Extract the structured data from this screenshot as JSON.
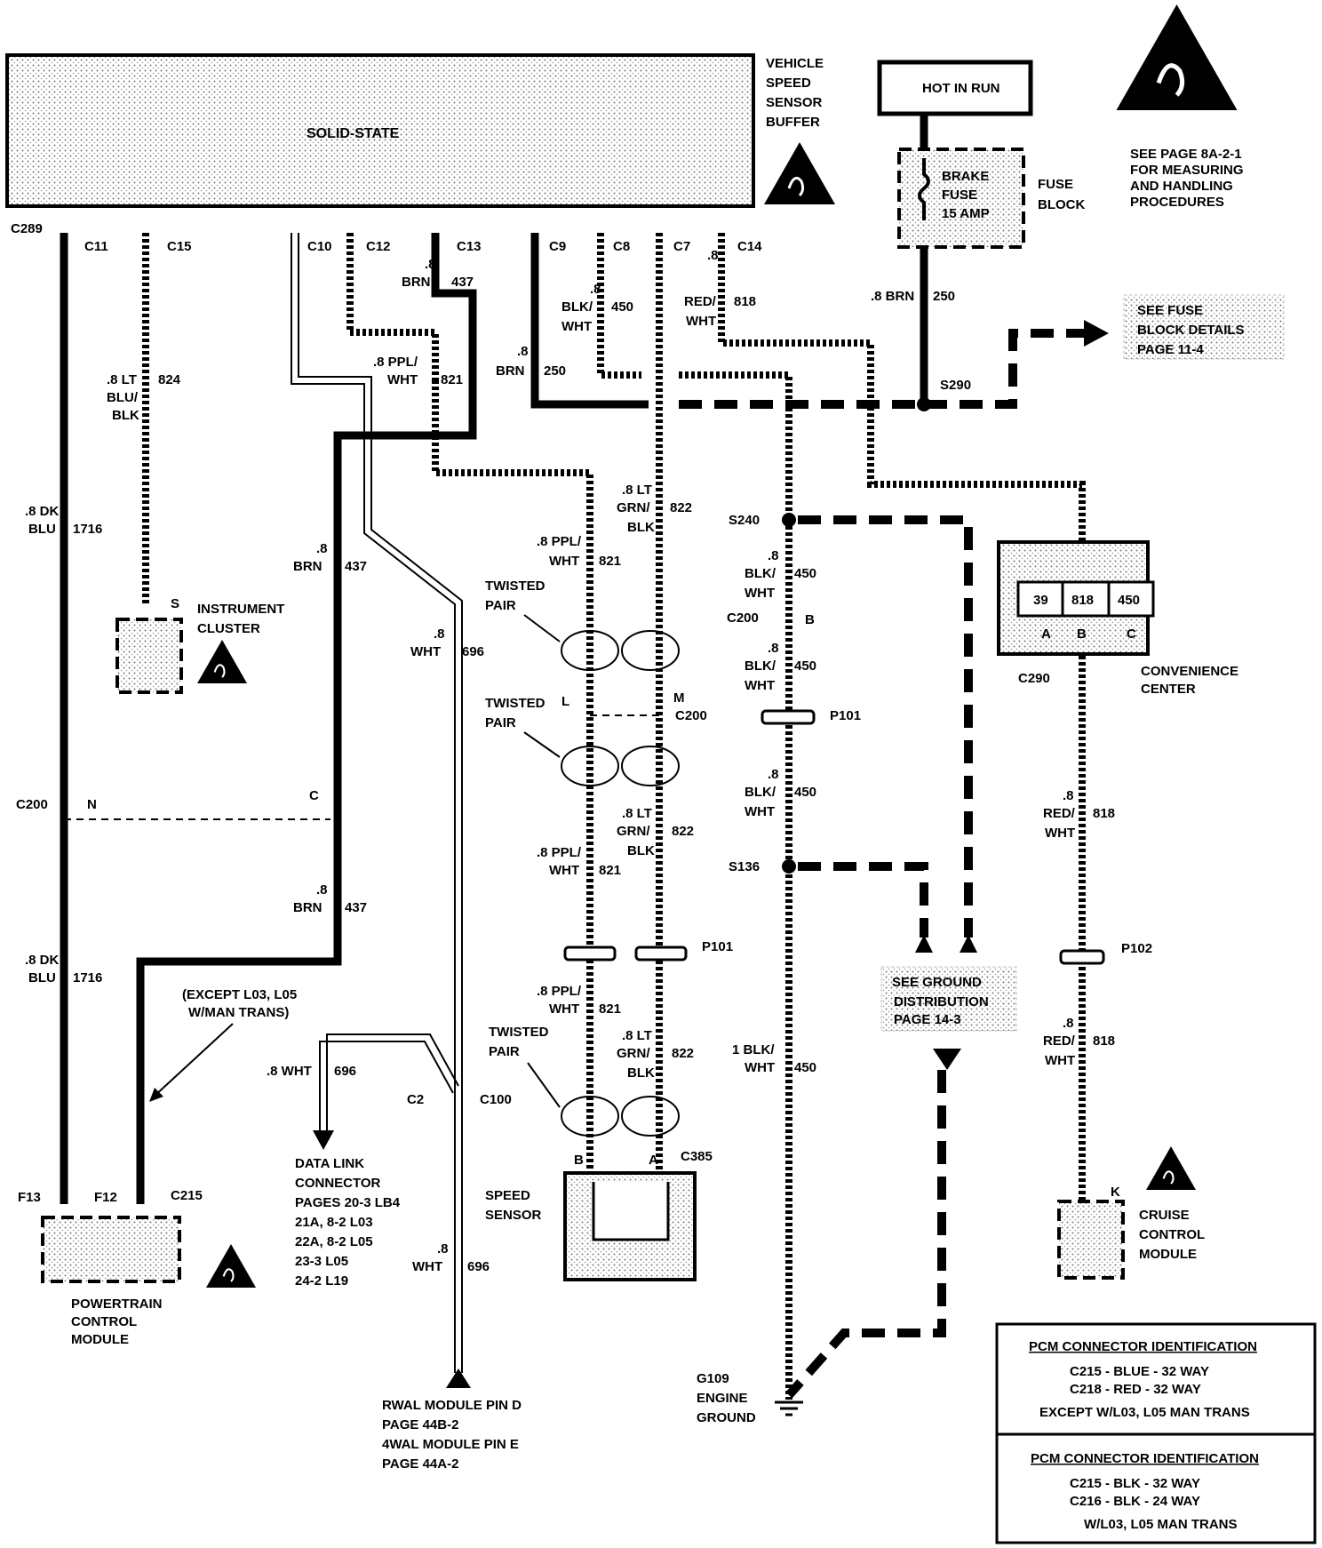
{
  "buffer": {
    "title_lines": [
      "VEHICLE",
      "SPEED",
      "SENSOR",
      "BUFFER"
    ],
    "inner": "SOLID-STATE"
  },
  "hot_in_run": "HOT IN RUN",
  "esd_note": [
    "SEE PAGE 8A-2-1",
    "FOR MEASURING",
    "AND HANDLING",
    "PROCEDURES"
  ],
  "fuse": {
    "lines": [
      "BRAKE",
      "FUSE",
      "15 AMP"
    ],
    "block_lines": [
      "FUSE",
      "BLOCK"
    ],
    "wire": ".8 BRN",
    "circuit": "250"
  },
  "see_fuse_block": [
    "SEE FUSE",
    "BLOCK DETAILS",
    "PAGE 11-4"
  ],
  "buffer_pins": [
    "C289",
    "C11",
    "C15",
    "C10",
    "C12",
    "C13",
    "C9",
    "C8",
    "C7",
    "C14"
  ],
  "wires": {
    "w1716_top": [
      ".8 DK",
      "BLU",
      "1716"
    ],
    "w1716_bot": [
      ".8 DK",
      "BLU",
      "1716"
    ],
    "w824": [
      ".8 LT",
      "BLU/",
      "BLK",
      "824"
    ],
    "w437_top": [
      ".8",
      "BRN",
      "437"
    ],
    "w437_mid": [
      ".8",
      "BRN",
      "437"
    ],
    "w437_bot": [
      ".8",
      "BRN",
      "437"
    ],
    "w821_top": [
      ".8 PPL/",
      "WHT",
      "821"
    ],
    "w821_a": [
      ".8 PPL/",
      "WHT",
      "821"
    ],
    "w821_b": [
      ".8 PPL/",
      "WHT",
      "821"
    ],
    "w821_c": [
      ".8 PPL/",
      "WHT",
      "821"
    ],
    "w696_a": [
      ".8",
      "WHT",
      "696"
    ],
    "w696_b": [
      ".8 WHT",
      "696"
    ],
    "w696_c": [
      ".8",
      "WHT",
      "696"
    ],
    "w250": [
      ".8",
      "BRN",
      "250"
    ],
    "w450_top": [
      ".8",
      "BLK/",
      "WHT",
      "450"
    ],
    "w450_a": [
      ".8",
      "BLK/",
      "WHT",
      "450"
    ],
    "w450_b": [
      ".8",
      "BLK/",
      "WHT",
      "450"
    ],
    "w450_c": [
      ".8",
      "BLK/",
      "WHT",
      "450"
    ],
    "w450_d": [
      "1 BLK/",
      "WHT",
      "450"
    ],
    "w822_a": [
      ".8 LT",
      "GRN/",
      "BLK",
      "822"
    ],
    "w822_b": [
      ".8 LT",
      "GRN/",
      "BLK",
      "822"
    ],
    "w822_c": [
      ".8 LT",
      "GRN/",
      "BLK",
      "822"
    ],
    "w818_top": [
      ".8",
      "RED/",
      "WHT",
      "818"
    ],
    "w818_a": [
      ".8",
      "RED/",
      "WHT",
      "818"
    ],
    "w818_b": [
      ".8",
      "RED/",
      "WHT",
      "818"
    ]
  },
  "splices": {
    "s290": "S290",
    "s240": "S240",
    "s136": "S136"
  },
  "connectors": {
    "c200_l": "L",
    "c200_m": "M",
    "c200": "C200",
    "c200_left": "C200",
    "c200_n": "N",
    "c200_c": "C",
    "c200_right": "C200",
    "c200_b": "B",
    "p101_a": "P101",
    "p101_b": "P101",
    "p102": "P102",
    "c2": "C2",
    "c100": "C100",
    "c385": "C385",
    "c385_b": "B",
    "c385_a": "A",
    "c215": "C215",
    "f13": "F13",
    "f12": "F12",
    "c290": "C290",
    "k": "K",
    "s": "S"
  },
  "twisted_pair": [
    "TWISTED",
    "PAIR"
  ],
  "instrument_cluster": [
    "INSTRUMENT",
    "CLUSTER"
  ],
  "speed_sensor": [
    "SPEED",
    "SENSOR"
  ],
  "pcm": [
    "POWERTRAIN",
    "CONTROL",
    "MODULE"
  ],
  "except_note": [
    "(EXCEPT L03, L05",
    "W/MAN TRANS)"
  ],
  "data_link": [
    "DATA LINK",
    "CONNECTOR",
    "PAGES 20-3 LB4",
    "21A, 8-2 L03",
    "22A, 8-2 L05",
    "23-3 L05",
    "24-2 L19"
  ],
  "rwal": [
    "RWAL MODULE PIN D",
    "PAGE 44B-2",
    "4WAL MODULE PIN E",
    "PAGE 44A-2"
  ],
  "ground_dist": [
    "SEE GROUND",
    "DISTRIBUTION",
    "PAGE 14-3"
  ],
  "engine_ground": [
    "G109",
    "ENGINE",
    "GROUND"
  ],
  "convenience_center": {
    "cells": [
      "39",
      "818",
      "450"
    ],
    "pins": [
      "A",
      "B",
      "C"
    ],
    "label": [
      "CONVENIENCE",
      "CENTER"
    ]
  },
  "cruise": [
    "CRUISE",
    "CONTROL",
    "MODULE"
  ],
  "pcm_id_1": {
    "title": "PCM CONNECTOR IDENTIFICATION",
    "lines": [
      "C215 - BLUE  - 32 WAY",
      "C218 - RED   - 32 WAY",
      "EXCEPT W/L03, L05 MAN TRANS"
    ]
  },
  "pcm_id_2": {
    "title": "PCM CONNECTOR IDENTIFICATION",
    "lines": [
      "C215 - BLK   - 32 WAY",
      "C216 - BLK   - 24 WAY",
      "W/L03, L05 MAN TRANS"
    ]
  }
}
